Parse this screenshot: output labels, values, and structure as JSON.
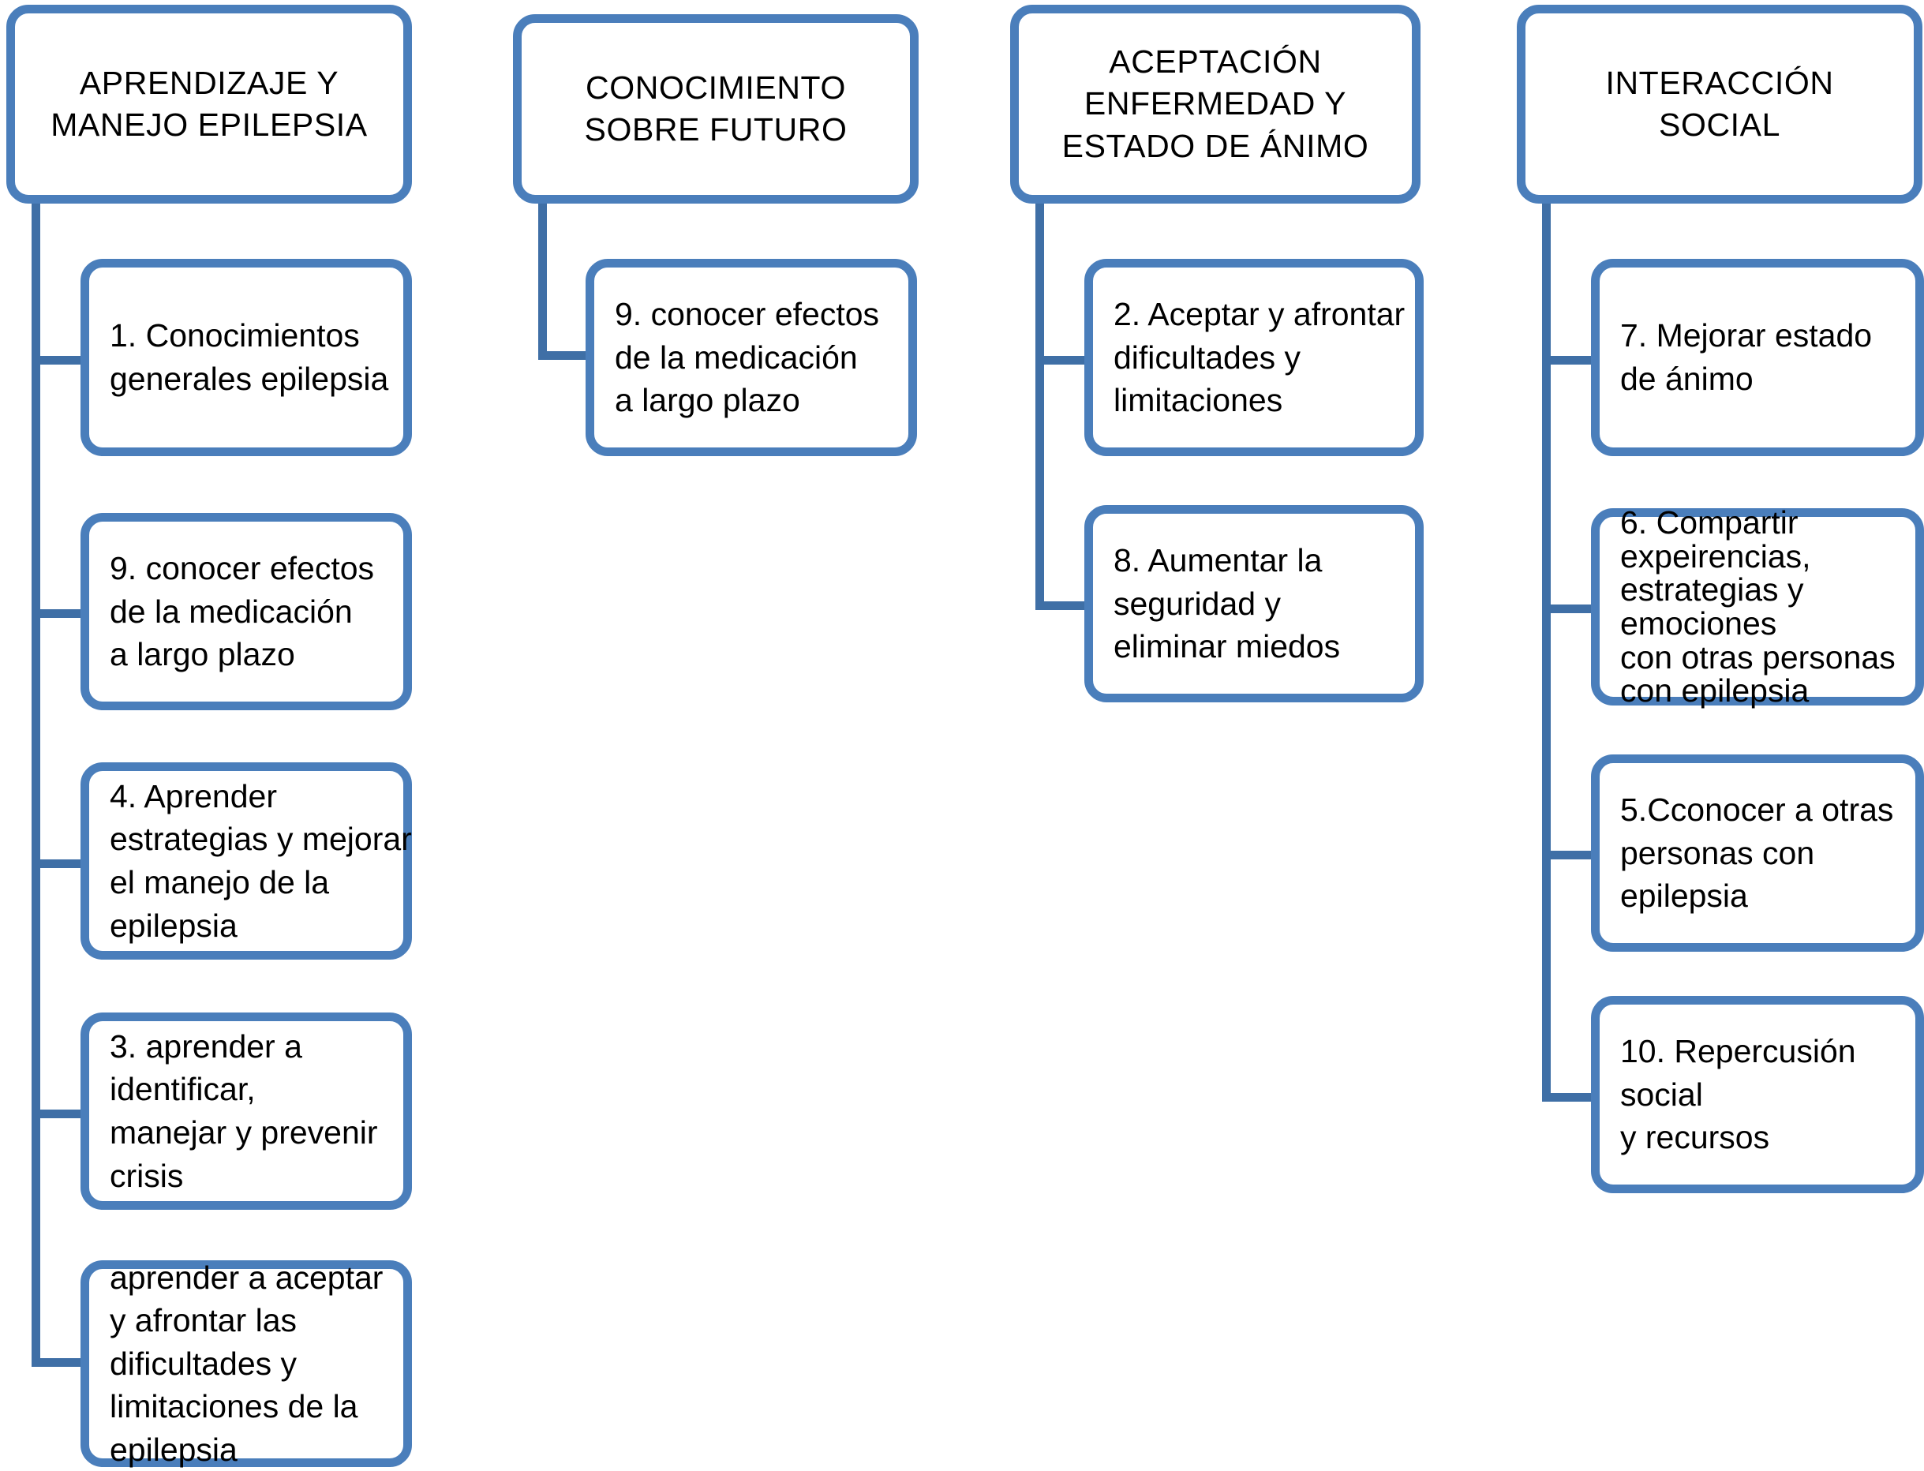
{
  "diagram": {
    "title": "Mapa de categorias y objetivos sobre epilepsia",
    "accent_color": "#4A7EBB",
    "connector_color": "#3F6FA6",
    "background_color": "#FFFFFF",
    "text_color": "#000000",
    "columns": [
      {
        "id": "aprendizaje",
        "header": "APRENDIZAJE Y\nMANEJO EPILEPSIA",
        "children": [
          "1. Conocimientos\ngenerales epilepsia",
          "9. conocer efectos\nde la medicación\na largo plazo",
          "4. Aprender\nestrategias y mejorar\nel manejo de la\nepilepsia",
          "3. aprender a\nidentificar,\nmanejar y prevenir\ncrisis",
          "aprender a  aceptar\ny afrontar las\ndificultades y\nlimitaciones de la\nepilepsia"
        ]
      },
      {
        "id": "conocimiento-futuro",
        "header": "CONOCIMIENTO\nSOBRE FUTURO",
        "children": [
          "9. conocer efectos\nde la medicación\na largo plazo"
        ]
      },
      {
        "id": "aceptacion",
        "header": "ACEPTACIÓN\nENFERMEDAD Y\nESTADO DE ÁNIMO",
        "children": [
          "2. Aceptar y afrontar\ndificultades y\nlimitaciones",
          "8. Aumentar la\nseguridad y\neliminar miedos"
        ]
      },
      {
        "id": "interaccion-social",
        "header": "INTERACCIÓN\nSOCIAL",
        "children": [
          "7. Mejorar estado\nde ánimo",
          "6. Compartir\nexpeirencias,\nestrategias y\nemociones\ncon otras personas\ncon epilepsia",
          "5.Cconocer a otras\npersonas con epilepsia",
          "10. Repercusión social\ny recursos"
        ]
      }
    ]
  }
}
